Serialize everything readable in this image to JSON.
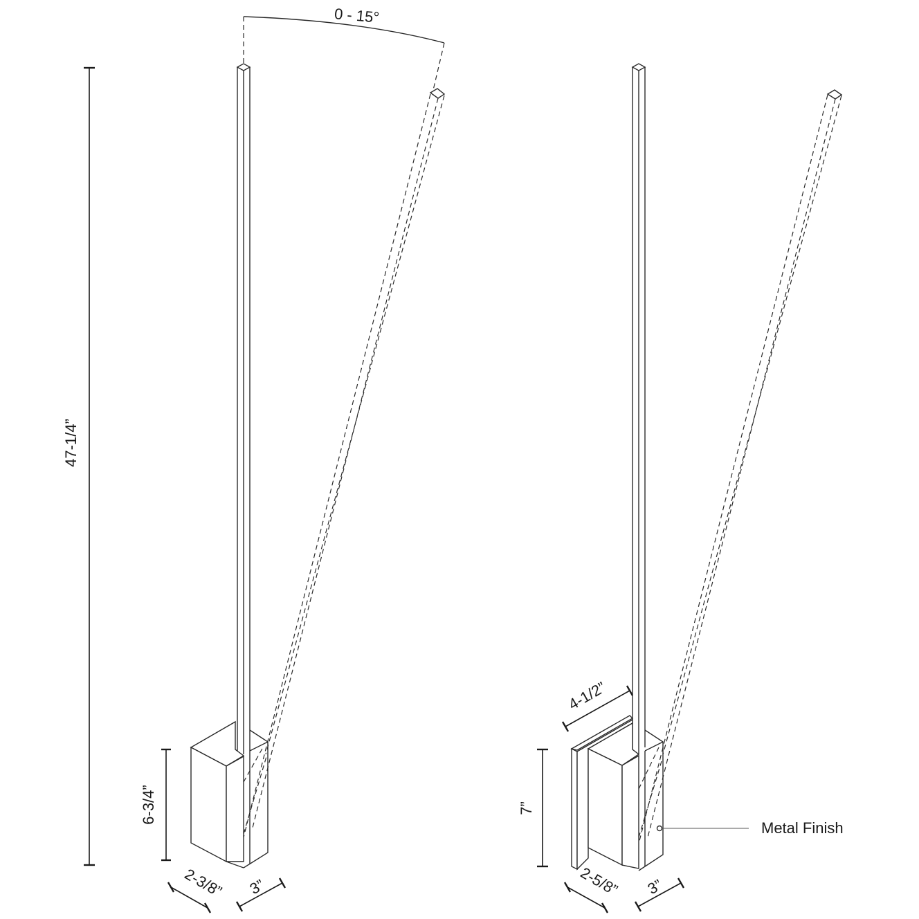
{
  "drawing": {
    "title": "Wall sconce dimension drawing",
    "line_color": "#2a2a2a",
    "background": "#ffffff"
  },
  "left_view": {
    "angle_label": "0 - 15°",
    "height_label": "47-1/4”",
    "base_height_label": "6-3/4”",
    "base_depth_label": "2-3/8”",
    "base_width_label": "3”"
  },
  "right_view": {
    "backplate_width_label": "4-1/2”",
    "base_height_label": "7”",
    "base_depth_label": "2-5/8”",
    "base_width_label": "3”",
    "callout_label": "Metal Finish"
  }
}
